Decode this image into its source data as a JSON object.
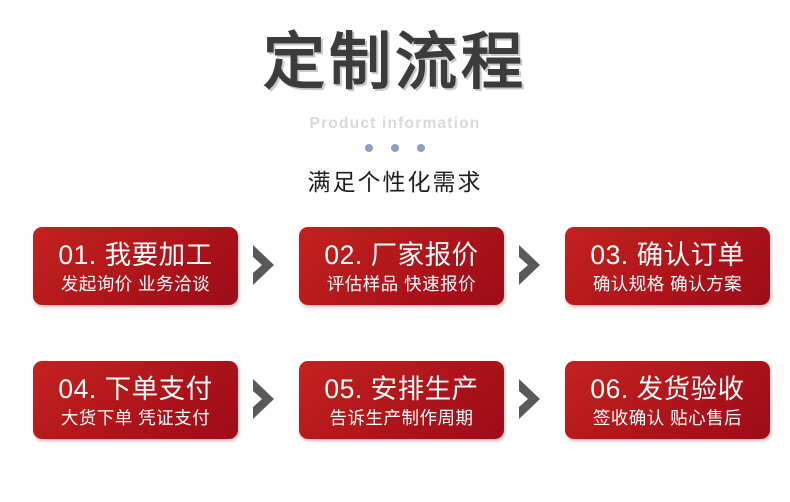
{
  "header": {
    "title": "定制流程",
    "subtitle_en": "Product information",
    "subtitle_cn": "满足个性化需求",
    "dots_count": 3
  },
  "colors": {
    "background": "#ffffff",
    "card_red_light": "#c3221f",
    "card_red_dark": "#9c0c18",
    "title_gray": "#3c3c3c",
    "title_shadow": "#c9c9c9",
    "subtitle_en_gray": "#d9d9d9",
    "subtitle_cn_dark": "#1e1e1e",
    "dot_blue": "#8d9fc4",
    "chevron_gray": "#595959",
    "card_text": "#ffffff"
  },
  "flow": {
    "rows": [
      {
        "steps": [
          {
            "number": "01.",
            "title": "我要加工",
            "subtitle": "发起询价  业务洽谈"
          },
          {
            "number": "02.",
            "title": "厂家报价",
            "subtitle": "评估样品  快速报价"
          },
          {
            "number": "03.",
            "title": "确认订单",
            "subtitle": "确认规格  确认方案"
          }
        ],
        "arrows": [
          "chevron-right-icon",
          "chevron-right-icon"
        ]
      },
      {
        "steps": [
          {
            "number": "04.",
            "title": "下单支付",
            "subtitle": "大货下单  凭证支付"
          },
          {
            "number": "05.",
            "title": "安排生产",
            "subtitle": "告诉生产制作周期"
          },
          {
            "number": "06.",
            "title": "发货验收",
            "subtitle": "签收确认  贴心售后"
          }
        ],
        "arrows": [
          "chevron-right-icon",
          "chevron-right-icon"
        ]
      }
    ]
  }
}
